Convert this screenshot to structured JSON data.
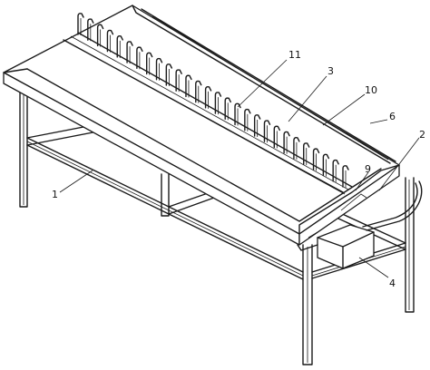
{
  "figure": {
    "ink_color": "#1a1a1a",
    "background": "#ffffff",
    "callouts": [
      {
        "id": "c1",
        "text": "1"
      },
      {
        "id": "c2",
        "text": "2"
      },
      {
        "id": "c3",
        "text": "3"
      },
      {
        "id": "c4",
        "text": "4"
      },
      {
        "id": "c6",
        "text": "6"
      },
      {
        "id": "c9",
        "text": "9"
      },
      {
        "id": "c10",
        "text": "10"
      },
      {
        "id": "c11",
        "text": "11"
      }
    ],
    "rack_hook_count": 28
  }
}
